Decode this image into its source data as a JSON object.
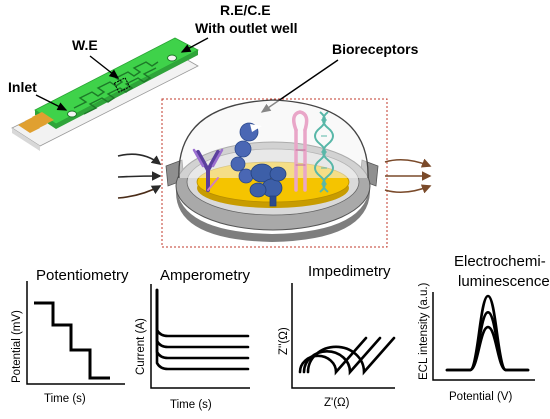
{
  "chip_labels": {
    "we": "W.E",
    "re_ce": "R.E/C.E",
    "outlet": "With outlet well",
    "inlet": "Inlet"
  },
  "bioreceptors_label": "Bioreceptors",
  "colors": {
    "chip_green": "#3fd24a",
    "dish_yellow": "#f5c400",
    "dish_gray": "#a9a9a9",
    "dashed_box": "#c0392b",
    "flow_arrow": "#7a4a2a",
    "antibody": "#5b3f9e",
    "enzyme": "#4a67b4",
    "aptamer": "#e9a6c8",
    "dna": "#58b7a8"
  },
  "plots": [
    {
      "title": "Potentiometry",
      "xlabel": "Time (s)",
      "ylabel": "Potential (mV)",
      "curve": "staircase"
    },
    {
      "title": "Amperometry",
      "xlabel": "Time (s)",
      "ylabel": "Current (A)",
      "curve": "decay",
      "levels": [
        4,
        3,
        2,
        1
      ]
    },
    {
      "title": "Impedimetry",
      "xlabel": "Z'(Ω)",
      "ylabel": "Z''(Ω)",
      "curve": "nyquist",
      "series_count": 3
    },
    {
      "title_line1": "Electrochemi-",
      "title_line2": "luminescence",
      "xlabel": "Potential (V)",
      "ylabel": "ECL intensity (a.u.)",
      "curve": "peaks",
      "peak_levels": [
        1.0,
        0.78,
        0.58
      ]
    }
  ]
}
